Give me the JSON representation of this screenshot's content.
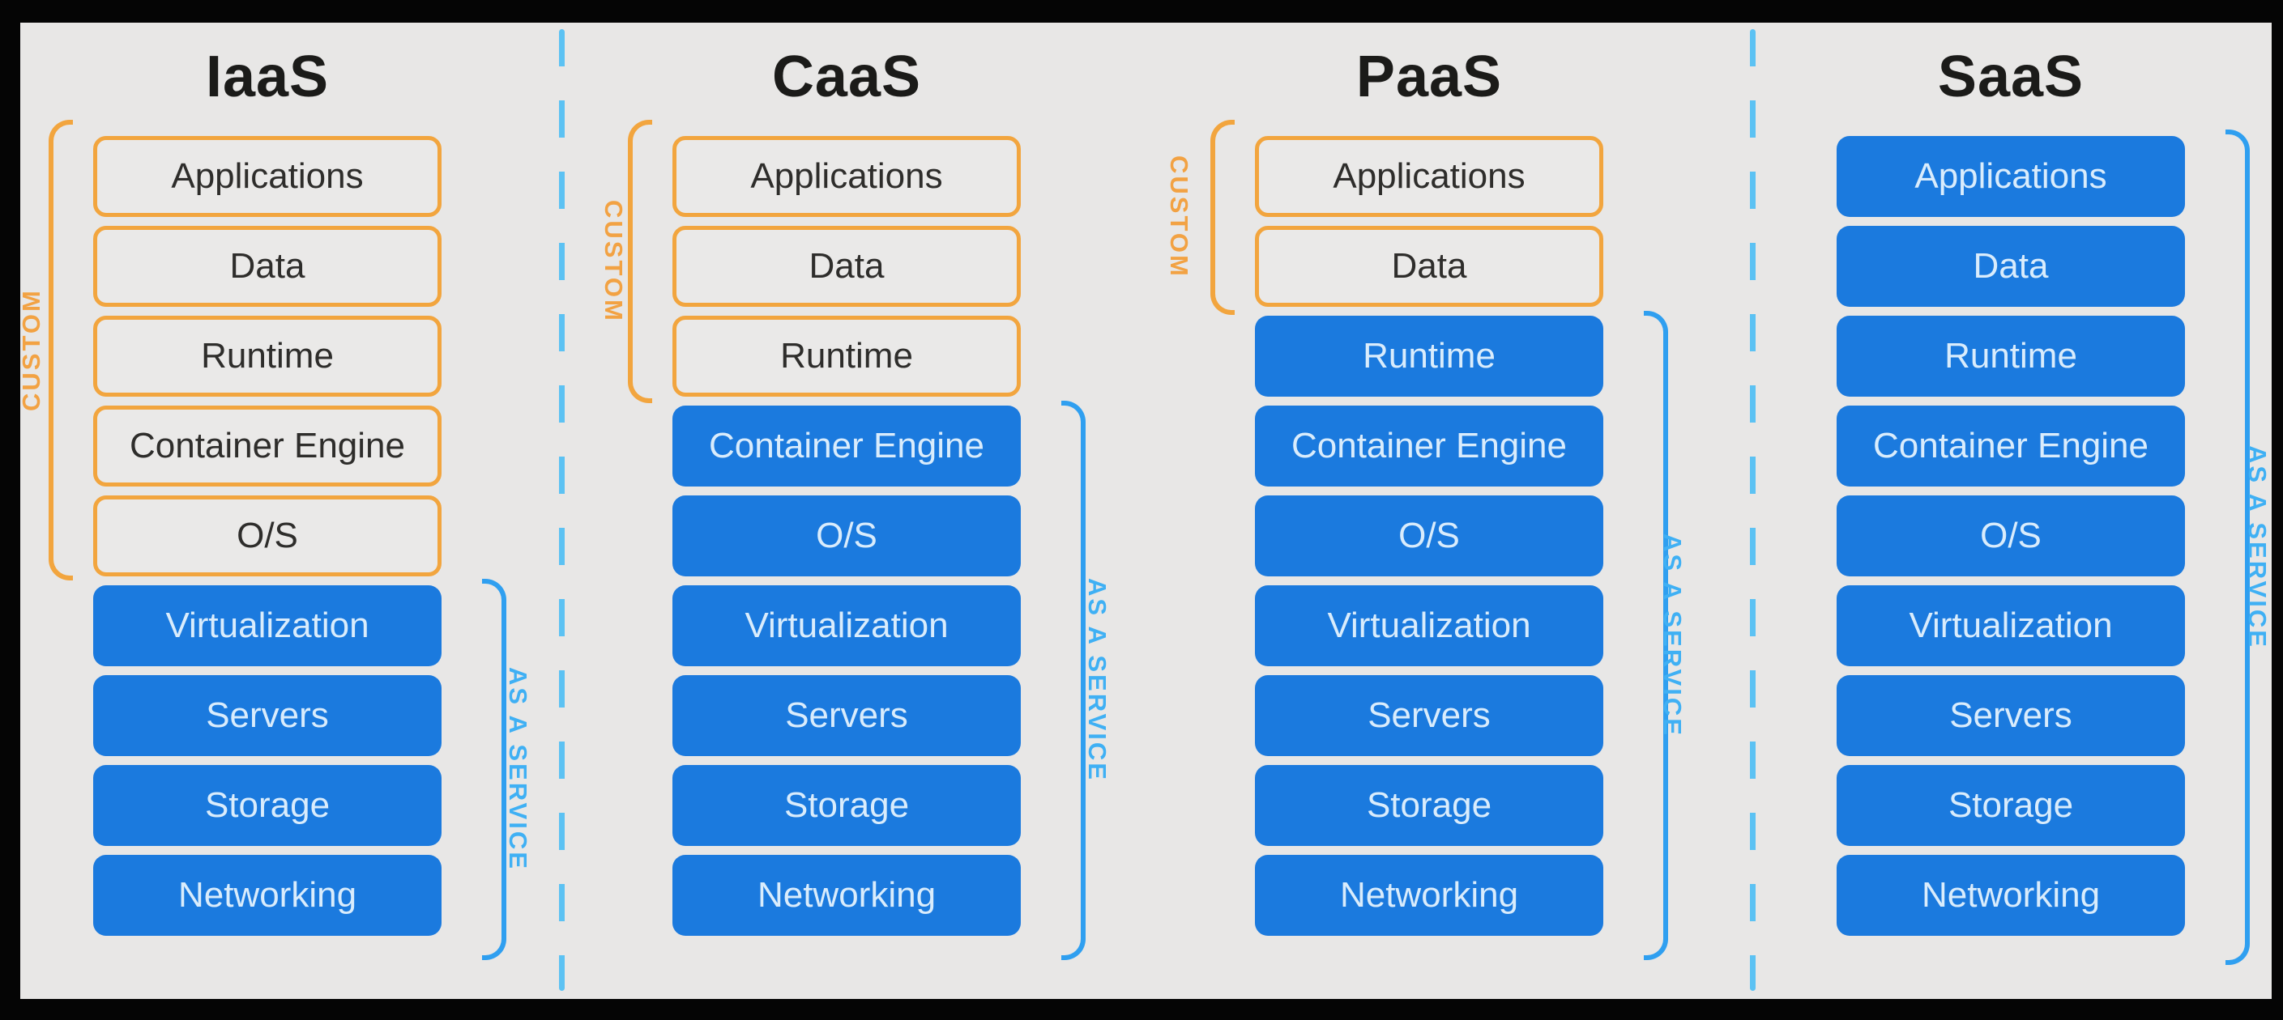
{
  "diagram": {
    "colors": {
      "bg": "#e8e7e6",
      "frame": "#050505",
      "blue": "#1b7ade",
      "blueText": "#d9ecfc",
      "orange": "#f2a53e",
      "orangeText": "#2e2d2b",
      "bracketBlue": "#2f9ff0",
      "serviceText": "#3fb0f4",
      "customText": "#f2a243",
      "dashed": "#5cc2f3",
      "title": "#1b1b19"
    },
    "columns": [
      {
        "title": "IaaS",
        "custom_label": "CUSTOM",
        "service_label": "AS A SERVICE",
        "custom_layers": [
          "Applications",
          "Data",
          "Runtime",
          "Container Engine",
          "O/S"
        ],
        "service_layers": [
          "Virtualization",
          "Servers",
          "Storage",
          "Networking"
        ]
      },
      {
        "title": "CaaS",
        "custom_label": "CUSTOM",
        "service_label": "AS A SERVICE",
        "custom_layers": [
          "Applications",
          "Data",
          "Runtime"
        ],
        "service_layers": [
          "Container Engine",
          "O/S",
          "Virtualization",
          "Servers",
          "Storage",
          "Networking"
        ]
      },
      {
        "title": "PaaS",
        "custom_label": "CUSTOM",
        "service_label": "AS A SERVICE",
        "custom_layers": [
          "Applications",
          "Data"
        ],
        "service_layers": [
          "Runtime",
          "Container Engine",
          "O/S",
          "Virtualization",
          "Servers",
          "Storage",
          "Networking"
        ]
      },
      {
        "title": "SaaS",
        "custom_label": "",
        "service_label": "AS A SERVICE",
        "custom_layers": [],
        "service_layers": [
          "Applications",
          "Data",
          "Runtime",
          "Container Engine",
          "O/S",
          "Virtualization",
          "Servers",
          "Storage",
          "Networking"
        ]
      }
    ]
  }
}
